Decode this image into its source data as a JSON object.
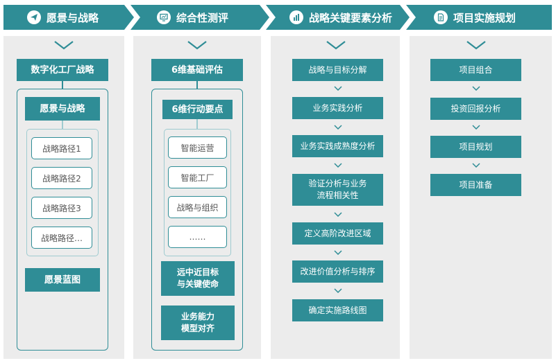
{
  "headers": [
    {
      "label": "愿景与战略",
      "icon": "send-icon"
    },
    {
      "label": "综合性测评",
      "icon": "monitor-chart-icon"
    },
    {
      "label": "战略关键要素分析",
      "icon": "bar-chart-icon"
    },
    {
      "label": "项目实施规划",
      "icon": "document-icon"
    }
  ],
  "col1": {
    "top": "数字化工厂战略",
    "sub": "愿景与战略",
    "paths": [
      "战略路径1",
      "战略路径2",
      "战略路径3",
      "战略路径…"
    ],
    "bottom": "愿景蓝图"
  },
  "col2": {
    "top": "6维基础评估",
    "sub": "6维行动要点",
    "items": [
      "智能运营",
      "智能工厂",
      "战略与组织",
      "……"
    ],
    "goal": [
      "远中近目标",
      "与关键使命"
    ],
    "align": [
      "业务能力",
      "模型对齐"
    ]
  },
  "col3": {
    "steps": [
      [
        "战略与目标分解"
      ],
      [
        "业务实践分析"
      ],
      [
        "业务实践成熟度分析"
      ],
      [
        "验证分析与业务",
        "流程相关性"
      ],
      [
        "定义高阶改进区域"
      ],
      [
        "改进价值分析与排序"
      ],
      [
        "确定实施路线图"
      ]
    ]
  },
  "col4": {
    "steps": [
      "项目组合",
      "投资回报分析",
      "项目规划",
      "项目准备"
    ]
  }
}
